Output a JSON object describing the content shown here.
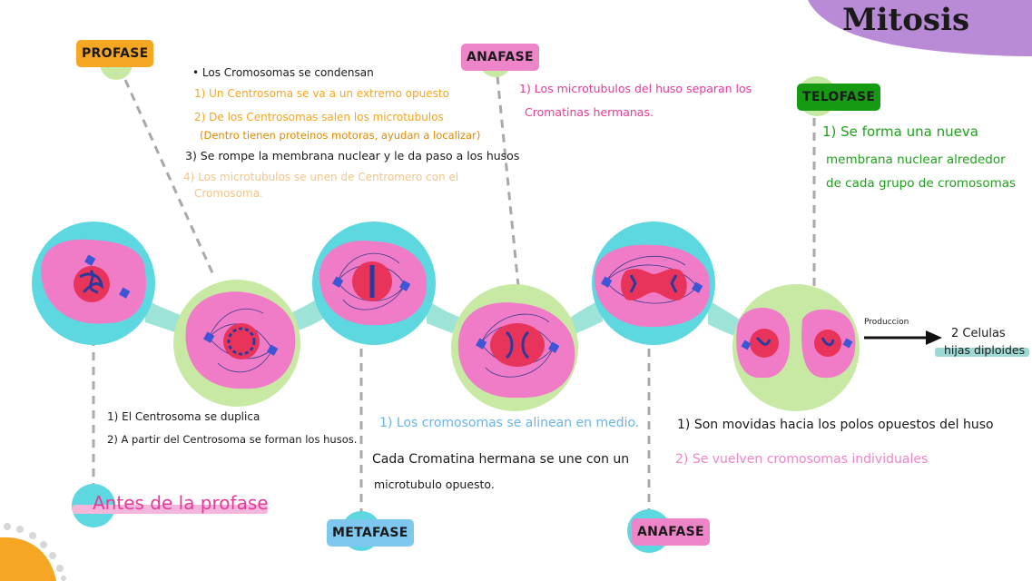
{
  "title": "Mitosis",
  "colors": {
    "purple": "#b98ad6",
    "orange": "#f5a623",
    "pink": "#ef85c9",
    "green": "#1fa01c",
    "blue": "#7ec8f0",
    "cyan": "#5ed8e0",
    "lime": "#c8e9a4",
    "cell": "#f07cc8",
    "dark_green": "#169a14"
  },
  "labels": {
    "profase": "PROFASE",
    "anafase_top": "ANAFASE",
    "telofase": "TELOFASE",
    "metafase": "METAFASE",
    "anafase_bottom": "ANAFASE",
    "antes": "Antes de la profase"
  },
  "profase": {
    "line0": "• Los Cromosomas se condensan",
    "line1": "1) Un Centrosoma se va a un extremo opuesto",
    "line2": "2) De los Centrosomas salen los microtubulos",
    "line3": "(Dentro tienen proteinos motoras, ayudan a localizar)",
    "line4": "3) Se rompe la membrana nuclear y le da paso a los husos",
    "line5": "4) Los microtubulos se unen de Centromero con el",
    "line6": "Cromosoma."
  },
  "anafase": {
    "line1": "1) Los microtubulos del huso separan los",
    "line2": "Cromatinas hermanas."
  },
  "telofase": {
    "line1": "1) Se forma una nueva",
    "line2": "membrana nuclear alrededor",
    "line3": "de cada grupo de cromosomas"
  },
  "antes": {
    "line1": "1) El Centrosoma se duplica",
    "line2": "2) A partir del Centrosoma se forman los husos."
  },
  "metafase": {
    "line1": "1) Los cromosomas se alinean en medio.",
    "line2": "Cada Cromatina hermana se une con un",
    "line3": "microtubulo opuesto."
  },
  "anafase_bottom": {
    "line1": "1) Son movidas hacia los polos opuestos del huso",
    "line2": "2) Se vuelven cromosomas individuales"
  },
  "result": {
    "produccion": "Produccion",
    "line1": "2 Celulas",
    "line2": "hijas diploides"
  }
}
